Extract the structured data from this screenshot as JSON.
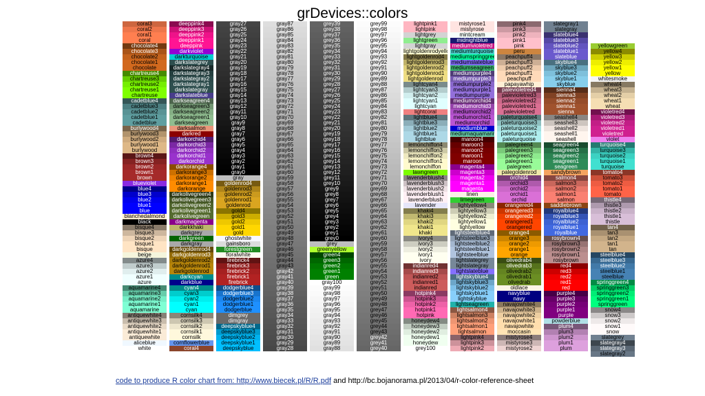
{
  "title": "grDevices::colors",
  "footer": {
    "link_text": "code to produce R color chart from: http://www.biecek.pl/R/R.pdf",
    "rest_text": " and http://bc.bojanorama.pl/2013/04/r-color-reference-sheet"
  },
  "columns": [
    [
      "coral3",
      "coral2",
      "coral1",
      "coral",
      "chocolate4",
      "chocolate3",
      "chocolate2",
      "chocolate1",
      "chocolate",
      "chartreuse4",
      "chartreuse3",
      "chartreuse2",
      "chartreuse1",
      "chartreuse",
      "cadetblue4",
      "cadetblue3",
      "cadetblue2",
      "cadetblue1",
      "cadetblue",
      "burlywood4",
      "burlywood3",
      "burlywood2",
      "burlywood1",
      "burlywood",
      "brown4",
      "brown3",
      "brown2",
      "brown1",
      "brown",
      "blueviolet",
      "blue4",
      "blue3",
      "blue2",
      "blue1",
      "blue",
      "blanchedalmond",
      "black",
      "bisque4",
      "bisque3",
      "bisque2",
      "bisque1",
      "bisque",
      "beige",
      "azure4",
      "azure3",
      "azure2",
      "azure1",
      "azure",
      "aquamarine4",
      "aquamarine3",
      "aquamarine2",
      "aquamarine1",
      "aquamarine",
      "antiquewhite4",
      "antiquewhite3",
      "antiquewhite2",
      "antiquewhite1",
      "antiquewhite",
      "aliceblue",
      "white"
    ],
    [
      "deeppink4",
      "deeppink3",
      "deeppink2",
      "deeppink1",
      "deeppink",
      "darkviolet",
      "darkturquoise",
      "darkslategrey",
      "darkslategray4",
      "darkslategray3",
      "darkslategray2",
      "darkslategray1",
      "darkslategray",
      "darkslateblue",
      "darkseagreen4",
      "darkseagreen3",
      "darkseagreen2",
      "darkseagreen1",
      "darkseagreen",
      "darksalmon",
      "darkred",
      "darkorchid4",
      "darkorchid3",
      "darkorchid2",
      "darkorchid1",
      "darkorchid",
      "darkorange4",
      "darkorange3",
      "darkorange2",
      "darkorange1",
      "darkorange",
      "darkolivegreen4",
      "darkolivegreen3",
      "darkolivegreen2",
      "darkolivegreen1",
      "darkolivegreen",
      "darkmagenta",
      "darkkhaki",
      "darkgrey",
      "darkgreen",
      "darkgray",
      "darkgoldenrod4",
      "darkgoldenrod3",
      "darkgoldenrod2",
      "darkgoldenrod1",
      "darkgoldenrod",
      "darkcyan",
      "darkblue",
      "cyan4",
      "cyan3",
      "cyan2",
      "cyan1",
      "cyan",
      "cornsilk4",
      "cornsilk3",
      "cornsilk2",
      "cornsilk1",
      "cornsilk",
      "cornflowerblue",
      "coral4"
    ],
    [
      "gray27",
      "gray26",
      "gray25",
      "gray24",
      "gray23",
      "gray22",
      "gray21",
      "gray20",
      "gray19",
      "gray18",
      "gray17",
      "gray16",
      "gray15",
      "gray14",
      "gray13",
      "gray12",
      "gray11",
      "gray10",
      "gray9",
      "gray8",
      "gray7",
      "gray6",
      "gray5",
      "gray4",
      "gray3",
      "gray2",
      "gray1",
      "gray0",
      "gray",
      "goldenrod4",
      "goldenrod3",
      "goldenrod2",
      "goldenrod1",
      "goldenrod",
      "gold4",
      "gold3",
      "gold2",
      "gold1",
      "gold",
      "ghostwhite",
      "gainsboro",
      "forestgreen",
      "floralwhite",
      "firebrick4",
      "firebrick3",
      "firebrick2",
      "firebrick1",
      "firebrick",
      "dodgerblue4",
      "dodgerblue3",
      "dodgerblue2",
      "dodgerblue1",
      "dodgerblue",
      "dimgrey",
      "dimgray",
      "deepskyblue4",
      "deepskyblue3",
      "deepskyblue2",
      "deepskyblue1",
      "deepskyblue"
    ],
    [
      "gray87",
      "gray86",
      "gray85",
      "gray84",
      "gray83",
      "gray82",
      "gray81",
      "gray80",
      "gray79",
      "gray78",
      "gray77",
      "gray76",
      "gray75",
      "gray74",
      "gray73",
      "gray72",
      "gray71",
      "gray70",
      "gray69",
      "gray68",
      "gray67",
      "gray66",
      "gray65",
      "gray64",
      "gray63",
      "gray62",
      "gray61",
      "gray60",
      "gray59",
      "gray58",
      "gray57",
      "gray56",
      "gray55",
      "gray54",
      "gray53",
      "gray52",
      "gray51",
      "gray50",
      "gray49",
      "gray48",
      "gray47",
      "gray46",
      "gray45",
      "gray44",
      "gray43",
      "gray42",
      "gray41",
      "gray40",
      "gray39",
      "gray38",
      "gray37",
      "gray36",
      "gray35",
      "gray34",
      "gray33",
      "gray32",
      "gray31",
      "gray30",
      "gray29",
      "gray28"
    ],
    [
      "grey39",
      "grey38",
      "grey37",
      "grey36",
      "grey35",
      "grey34",
      "grey33",
      "grey32",
      "grey31",
      "grey30",
      "grey29",
      "grey28",
      "grey27",
      "grey26",
      "grey25",
      "grey24",
      "grey23",
      "grey22",
      "grey21",
      "grey20",
      "grey19",
      "grey18",
      "grey17",
      "grey16",
      "grey15",
      "grey14",
      "grey13",
      "grey12",
      "grey11",
      "grey10",
      "grey9",
      "grey8",
      "grey7",
      "grey6",
      "grey5",
      "grey4",
      "grey3",
      "grey2",
      "grey1",
      "grey0",
      "grey",
      "greenyellow",
      "green4",
      "green3",
      "green2",
      "green1",
      "green",
      "gray100",
      "gray99",
      "gray98",
      "gray97",
      "gray96",
      "gray95",
      "gray94",
      "gray93",
      "gray92",
      "gray91",
      "gray90",
      "gray89",
      "gray88"
    ],
    [
      "grey99",
      "grey98",
      "grey97",
      "grey96",
      "grey95",
      "grey94",
      "grey93",
      "grey92",
      "grey91",
      "grey90",
      "grey89",
      "grey88",
      "grey87",
      "grey86",
      "grey85",
      "grey84",
      "grey83",
      "grey82",
      "grey81",
      "grey80",
      "grey79",
      "grey78",
      "grey77",
      "grey76",
      "grey75",
      "grey74",
      "grey73",
      "grey72",
      "grey71",
      "grey70",
      "grey69",
      "grey68",
      "grey67",
      "grey66",
      "grey65",
      "grey64",
      "grey63",
      "grey62",
      "grey61",
      "grey60",
      "grey59",
      "grey58",
      "grey57",
      "grey56",
      "grey55",
      "grey54",
      "grey53",
      "grey52",
      "grey51",
      "grey50",
      "grey49",
      "grey48",
      "grey47",
      "grey46",
      "grey45",
      "grey44",
      "grey43",
      "grey42",
      "grey41",
      "grey40"
    ],
    [
      "lightpink1",
      "lightpink",
      "lightgrey",
      "lightgreen",
      "lightgray",
      "lightgoldenrodyellow",
      "lightgoldenrod4",
      "lightgoldenrod3",
      "lightgoldenrod2",
      "lightgoldenrod1",
      "lightgoldenrod",
      "lightcyan4",
      "lightcyan3",
      "lightcyan2",
      "lightcyan1",
      "lightcyan",
      "lightcoral",
      "lightblue4",
      "lightblue3",
      "lightblue2",
      "lightblue1",
      "lightblue",
      "lemonchiffon4",
      "lemonchiffon3",
      "lemonchiffon2",
      "lemonchiffon1",
      "lemonchiffon",
      "lawngreen",
      "lavenderblush4",
      "lavenderblush3",
      "lavenderblush2",
      "lavenderblush1",
      "lavenderblush",
      "lavender",
      "khaki4",
      "khaki3",
      "khaki2",
      "khaki1",
      "khaki",
      "ivory4",
      "ivory3",
      "ivory2",
      "ivory1",
      "ivory",
      "indianred4",
      "indianred3",
      "indianred2",
      "indianred1",
      "indianred",
      "hotpink4",
      "hotpink3",
      "hotpink2",
      "hotpink1",
      "hotpink",
      "honeydew4",
      "honeydew3",
      "honeydew2",
      "honeydew1",
      "honeydew",
      "grey100"
    ],
    [
      "mistyrose1",
      "mistyrose",
      "mintcream",
      "midnightblue",
      "mediumvioletred",
      "mediumturquoise",
      "mediumspringgreen",
      "mediumslateblue",
      "mediumseagreen",
      "mediumpurple4",
      "mediumpurple3",
      "mediumpurple2",
      "mediumpurple1",
      "mediumpurple",
      "mediumorchid4",
      "mediumorchid3",
      "mediumorchid2",
      "mediumorchid1",
      "mediumorchid",
      "mediumblue",
      "mediumaquamarine",
      "maroon4",
      "maroon3",
      "maroon2",
      "maroon1",
      "maroon",
      "magenta4",
      "magenta3",
      "magenta2",
      "magenta1",
      "magenta",
      "linen",
      "limegreen",
      "lightyellow4",
      "lightyellow3",
      "lightyellow2",
      "lightyellow1",
      "lightyellow",
      "lightsteelblue4",
      "lightsteelblue3",
      "lightsteelblue2",
      "lightsteelblue1",
      "lightsteelblue",
      "lightslategrey",
      "lightslategray",
      "lightslateblue",
      "lightskyblue4",
      "lightskyblue3",
      "lightskyblue2",
      "lightskyblue1",
      "lightskyblue",
      "lightseagreen",
      "lightsalmon4",
      "lightsalmon3",
      "lightsalmon2",
      "lightsalmon1",
      "lightsalmon",
      "lightpink4",
      "lightpink3",
      "lightpink2"
    ],
    [
      "pink4",
      "pink3",
      "pink2",
      "pink1",
      "pink",
      "peru",
      "peachpuff4",
      "peachpuff3",
      "peachpuff2",
      "peachpuff1",
      "peachpuff",
      "papayawhip",
      "palevioletred4",
      "palevioletred3",
      "palevioletred2",
      "palevioletred1",
      "palevioletred",
      "paleturquoise4",
      "paleturquoise3",
      "paleturquoise2",
      "paleturquoise1",
      "paleturquoise",
      "palegreen4",
      "palegreen3",
      "palegreen2",
      "palegreen1",
      "palegreen",
      "palegoldenrod",
      "orchid4",
      "orchid3",
      "orchid2",
      "orchid1",
      "orchid",
      "orangered4",
      "orangered3",
      "orangered2",
      "orangered1",
      "orangered",
      "orange4",
      "orange3",
      "orange2",
      "orange1",
      "orange",
      "olivedrab4",
      "olivedrab3",
      "olivedrab2",
      "olivedrab1",
      "olivedrab",
      "oldlace",
      "navyblue",
      "navy",
      "navajowhite4",
      "navajowhite3",
      "navajowhite2",
      "navajowhite1",
      "navajowhite",
      "moccasin",
      "mistyrose4",
      "mistyrose3",
      "mistyrose2"
    ],
    [
      "slategray1",
      "slategray",
      "slateblue4",
      "slateblue3",
      "slateblue2",
      "slateblue1",
      "slateblue",
      "skyblue4",
      "skyblue3",
      "skyblue2",
      "skyblue1",
      "skyblue",
      "sienna4",
      "sienna3",
      "sienna2",
      "sienna1",
      "sienna",
      "seashell4",
      "seashell3",
      "seashell2",
      "seashell1",
      "seashell",
      "seagreen4",
      "seagreen3",
      "seagreen2",
      "seagreen1",
      "seagreen",
      "sandybrown",
      "salmon4",
      "salmon3",
      "salmon2",
      "salmon1",
      "salmon",
      "saddlebrown",
      "royalblue4",
      "royalblue3",
      "royalblue2",
      "royalblue1",
      "royalblue",
      "rosybrown4",
      "rosybrown3",
      "rosybrown2",
      "rosybrown1",
      "rosybrown",
      "red4",
      "red3",
      "red2",
      "red1",
      "red",
      "purple4",
      "purple3",
      "purple2",
      "purple1",
      "purple",
      "powderblue",
      "plum4",
      "plum3",
      "plum2",
      "plum1",
      "plum"
    ],
    [
      "",
      "",
      "",
      "",
      "yellowgreen",
      "yellow4",
      "yellow3",
      "yellow2",
      "yellow1",
      "yellow",
      "whitesmoke",
      "wheat4",
      "wheat3",
      "wheat2",
      "wheat1",
      "wheat",
      "violetred4",
      "violetred3",
      "violetred2",
      "violetred1",
      "violetred",
      "violet",
      "turquoise4",
      "turquoise3",
      "turquoise2",
      "turquoise1",
      "turquoise",
      "tomato4",
      "tomato3",
      "tomato2",
      "tomato1",
      "tomato",
      "thistle4",
      "thistle3",
      "thistle2",
      "thistle1",
      "thistle",
      "tan4",
      "tan3",
      "tan2",
      "tan1",
      "tan",
      "steelblue4",
      "steelblue3",
      "steelblue2",
      "steelblue1",
      "steelblue",
      "springgreen4",
      "springgreen3",
      "springgreen2",
      "springgreen1",
      "springgreen",
      "snow4",
      "snow3",
      "snow2",
      "snow1",
      "snow",
      "slategrey",
      "slategray4",
      "slategray3",
      "slategray2"
    ]
  ]
}
